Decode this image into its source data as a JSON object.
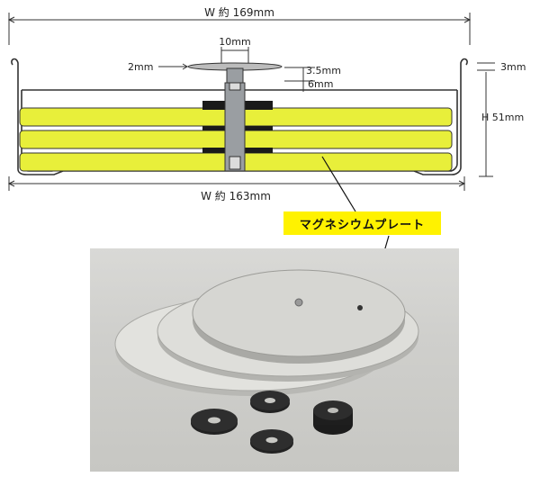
{
  "dimensions": {
    "top_width": "W 約 169mm",
    "bottom_width": "W 約 163mm",
    "screw_width": "10mm",
    "head_thickness": "2mm",
    "gap_35": "3.5mm",
    "gap_6": "6mm",
    "rim": "3mm",
    "height": "H 51mm"
  },
  "callout_label": "マグネシウムプレート",
  "colors": {
    "plate_yellow": "#e8ef3a",
    "label_yellow": "#fff200",
    "pad_black": "#1a1a1a",
    "outline": "#333333"
  }
}
